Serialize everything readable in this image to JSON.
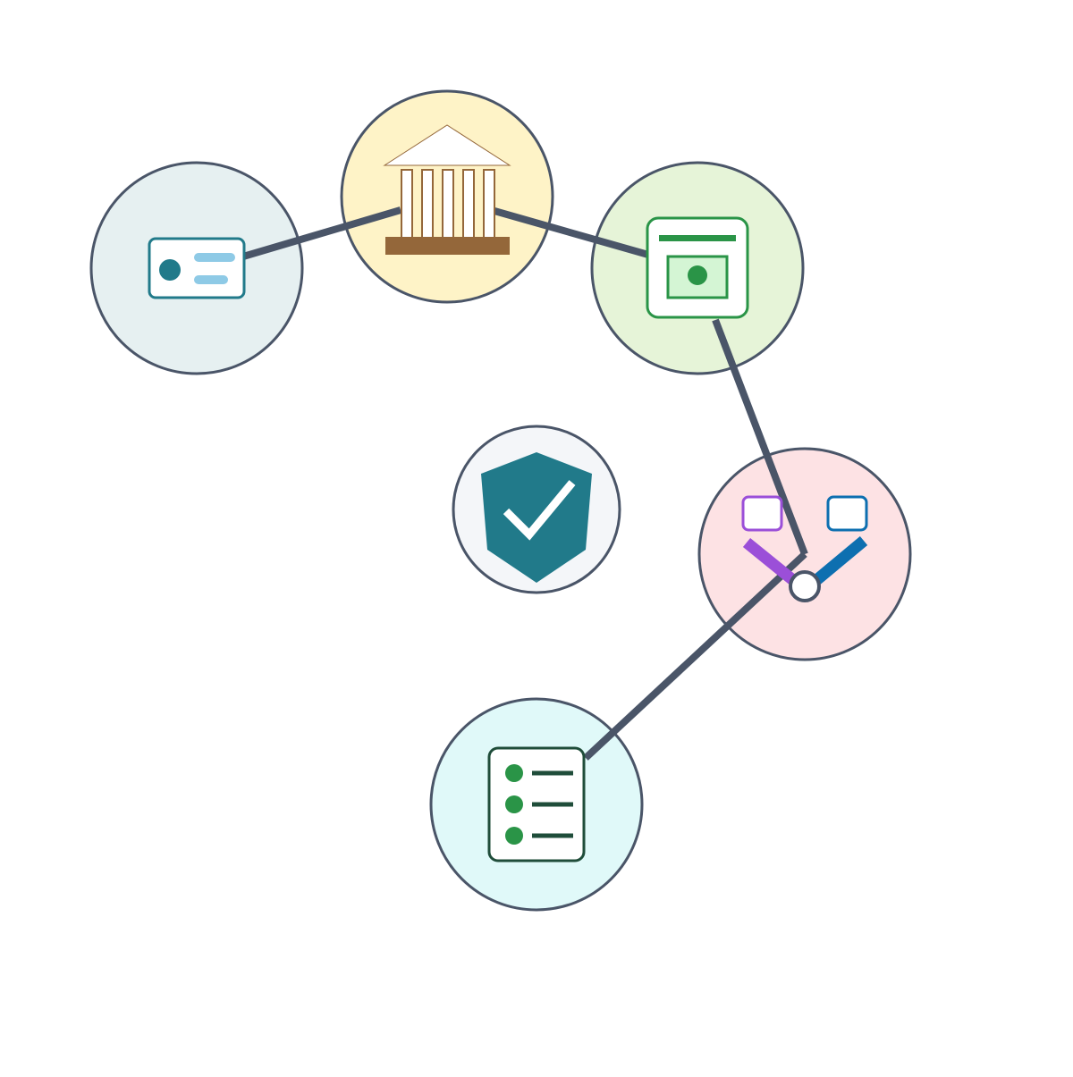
{
  "diagram": {
    "palette": {
      "stroke": "#4a5568",
      "node_id_fill": "#e6f0f1",
      "node_bank_fill": "#fef3c7",
      "node_browser_fill": "#e6f4d8",
      "node_merge_fill": "#fde2e4",
      "node_checklist_fill": "#e0f9f9",
      "node_shield_fill": "#f4f6f9",
      "teal": "#217a8a",
      "light_blue": "#8ecae6",
      "bank_brown": "#94673a",
      "green": "#2a9447",
      "light_green": "#d4f5d4",
      "purple": "#9b4fd8",
      "blue": "#0d6fb0",
      "dark_green": "#1f4d3a"
    },
    "nodes": [
      {
        "id": "id-card",
        "icon": "id-card-icon"
      },
      {
        "id": "bank",
        "icon": "bank-icon"
      },
      {
        "id": "browser",
        "icon": "browser-window-icon"
      },
      {
        "id": "merge",
        "icon": "merge-branch-icon"
      },
      {
        "id": "checklist",
        "icon": "checklist-icon"
      },
      {
        "id": "shield",
        "icon": "shield-check-icon"
      }
    ],
    "connections": [
      {
        "from": "id-card",
        "to": "bank"
      },
      {
        "from": "bank",
        "to": "browser"
      },
      {
        "from": "browser",
        "to": "merge"
      },
      {
        "from": "merge",
        "to": "checklist"
      }
    ]
  }
}
